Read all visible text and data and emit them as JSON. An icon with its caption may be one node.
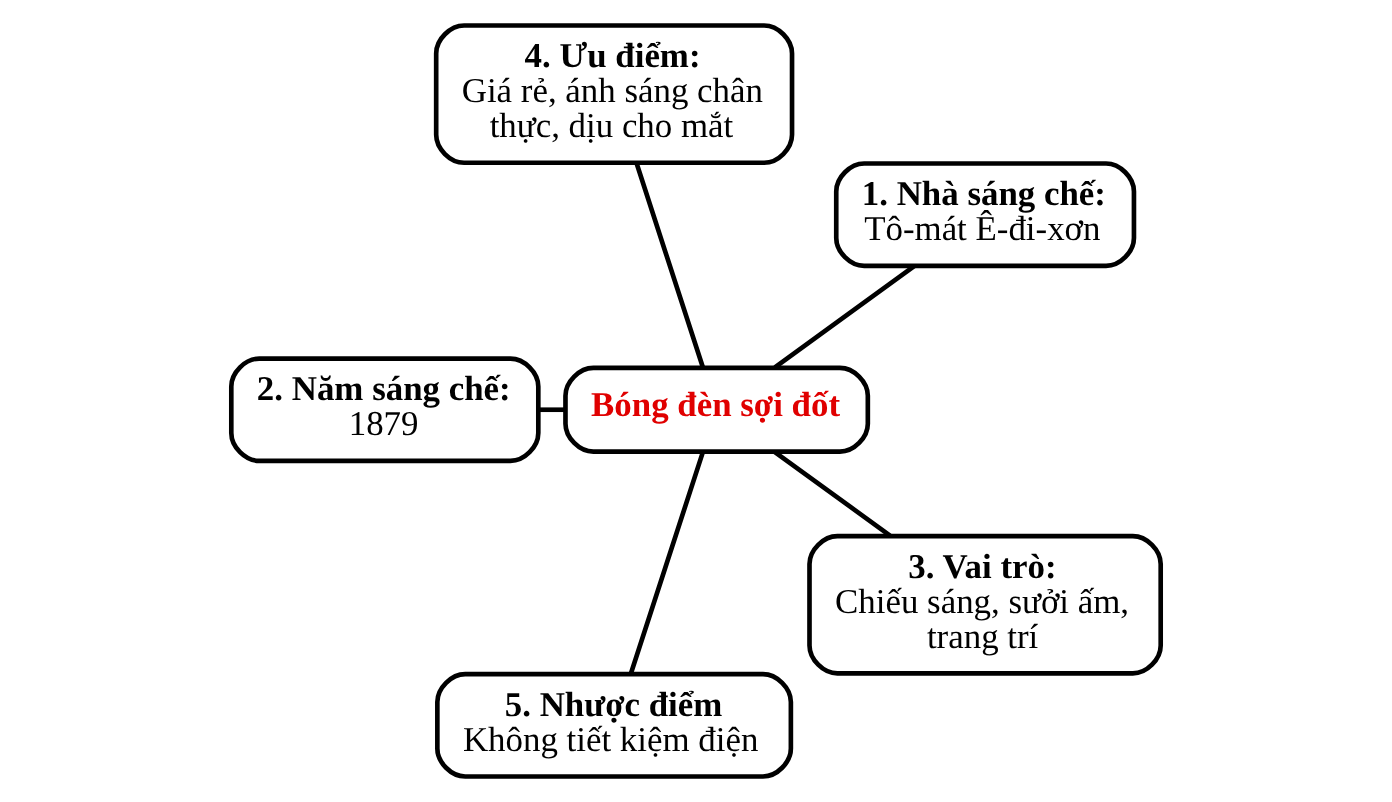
{
  "diagram": {
    "nodes": [
      {
        "text": [
          "1. Nhà sáng chế:",
          "Tô-mát Ê-đi-xơn"
        ]
      },
      {
        "text": [
          "4. Ưu điểm:",
          "Giá rẻ, ánh sáng chân thực, dịu cho mắt"
        ]
      },
      {
        "text": [
          "2. Năm sáng chế:",
          "1879"
        ]
      },
      {
        "text": [
          "Bóng đèn sợi đốt"
        ]
      },
      {
        "text": [
          "5. Nhược điểm",
          "Không tiết kiệm điện"
        ]
      },
      {
        "text": [
          "3. Vai trò:",
          "Chiếu sáng, sưởi ấm, trang trí"
        ]
      }
    ],
    "edges": [
      {
        "from": 3,
        "to": 0,
        "arrow": "none"
      },
      {
        "from": 3,
        "to": 1,
        "arrow": "none"
      },
      {
        "from": 3,
        "to": 2,
        "arrow": "none"
      },
      {
        "from": 3,
        "to": 4,
        "arrow": "none"
      },
      {
        "from": 3,
        "to": 5,
        "arrow": "none"
      }
    ]
  }
}
